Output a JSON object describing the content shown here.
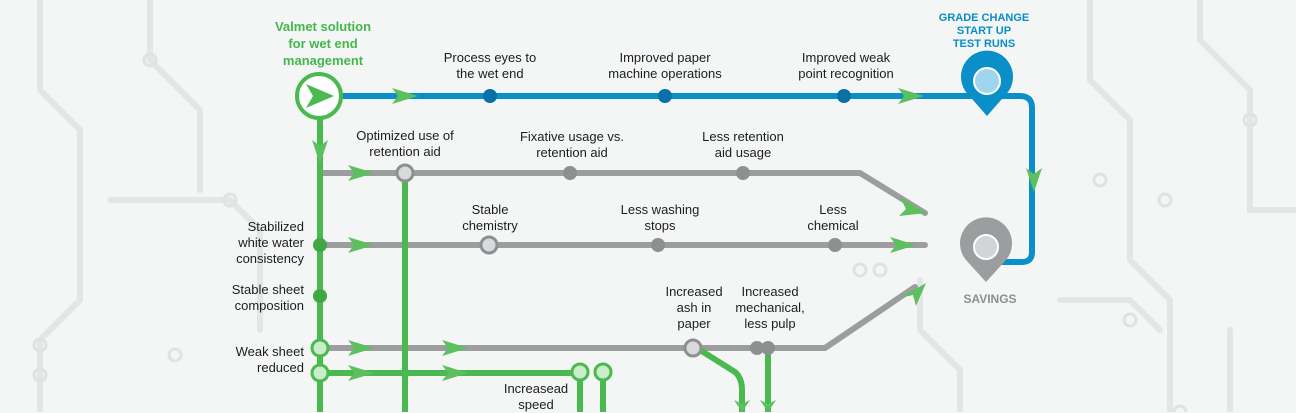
{
  "header": {
    "valmet_solution": "Valmet solution\nfor wet end\nmanagement",
    "grade_change": "GRADE CHANGE\nSTART UP\nTEST RUNS",
    "savings": "SAVINGS"
  },
  "blue_line": {
    "stops": [
      "Process eyes to\nthe wet end",
      "Improved paper\nmachine operations",
      "Improved weak\npoint recognition"
    ]
  },
  "gray_line_1": {
    "stops": [
      "Optimized use of\nretention aid",
      "Fixative usage vs.\nretention aid",
      "Less retention\naid usage"
    ]
  },
  "gray_line_2": {
    "stops": [
      "Stable\nchemistry",
      "Less washing\nstops",
      "Less\nchemical"
    ]
  },
  "gray_line_3": {
    "stops": [
      "Increased\nash in\npaper",
      "Increased\nmechanical,\nless pulp"
    ]
  },
  "green_line": {
    "stops": [
      "Stabilized\nwhite water\nconsistency",
      "Stable sheet\ncomposition",
      "Weak sheet\nreduced"
    ],
    "branch_stop": "Increasead\nspeed"
  },
  "colors": {
    "green": "#4ab94f",
    "blue": "#0b8fc8",
    "gray": "#9b9d9f",
    "background": "#f4f5f5"
  }
}
